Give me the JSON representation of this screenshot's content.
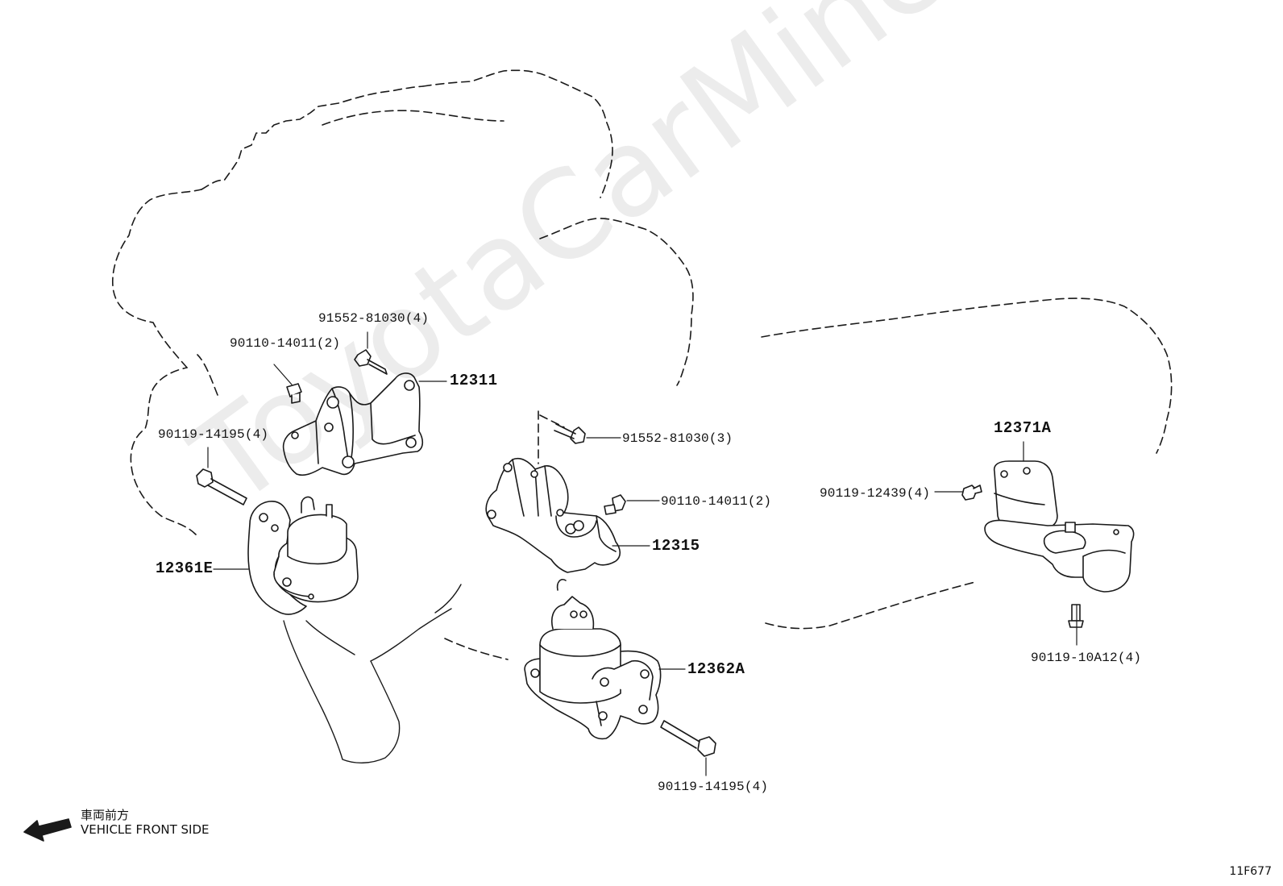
{
  "watermark": "ToyotaCarMine.ru",
  "labels": {
    "p12311": "12311",
    "p12315": "12315",
    "p12361E": "12361E",
    "p12362A": "12362A",
    "p12371A": "12371A",
    "b91552_4": "91552-81030(4)",
    "b90110_2_left": "90110-14011(2)",
    "b90119_14195_left": "90119-14195(4)",
    "b91552_3": "91552-81030(3)",
    "b90110_2_right": "90110-14011(2)",
    "b90119_12439": "90119-12439(4)",
    "b90119_10A12": "90119-10A12(4)",
    "b90119_14195_bottom": "90119-14195(4)"
  },
  "front_indicator": {
    "jp": "車両前方",
    "en": "VEHICLE FRONT SIDE"
  },
  "diagram_code": "11F677",
  "colors": {
    "line": "#1a1a1a",
    "fill": "#ffffff"
  }
}
